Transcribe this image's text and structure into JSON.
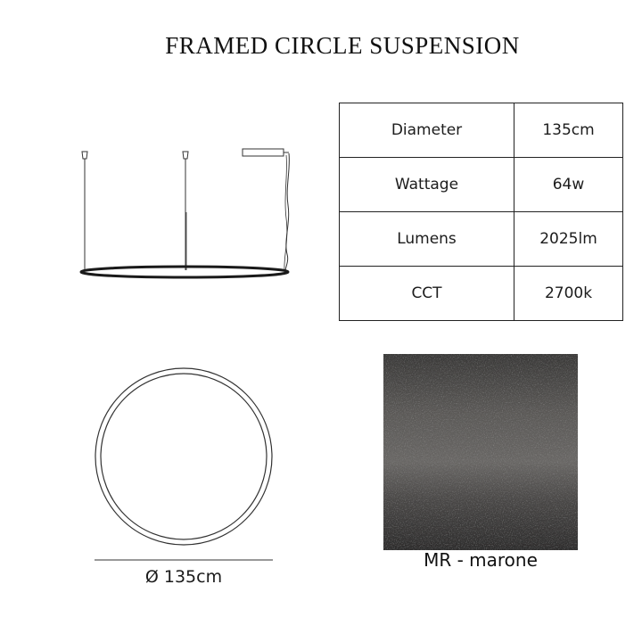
{
  "title": "FRAMED CIRCLE SUSPENSION",
  "specs": [
    {
      "label": "Diameter",
      "value": "135cm"
    },
    {
      "label": "Wattage",
      "value": "64w"
    },
    {
      "label": "Lumens",
      "value": "2025lm"
    },
    {
      "label": "CCT",
      "value": "2700k"
    }
  ],
  "dimension_label": "Ø 135cm",
  "finish": {
    "caption": "MR - marone",
    "color": "#4a4847"
  },
  "line_color": "#1a1a1a"
}
